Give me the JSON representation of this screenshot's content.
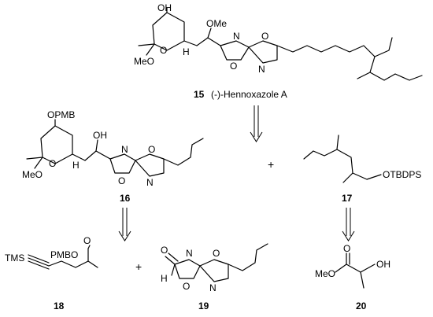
{
  "compounds": {
    "c15": {
      "number": "15",
      "name": "(-)-Hennoxazole A"
    },
    "c16": {
      "number": "16"
    },
    "c17": {
      "number": "17"
    },
    "c18": {
      "number": "18"
    },
    "c19": {
      "number": "19"
    },
    "c20": {
      "number": "20"
    }
  },
  "atom_labels": {
    "oh": "OH",
    "o": "O",
    "n": "N",
    "h": "H",
    "ome": "OMe",
    "meo": "MeO",
    "opmb": "OPMB",
    "pmbo": "PMBO",
    "tms": "TMS",
    "otbdps": "OTBDPS"
  },
  "plus_sign": "+"
}
